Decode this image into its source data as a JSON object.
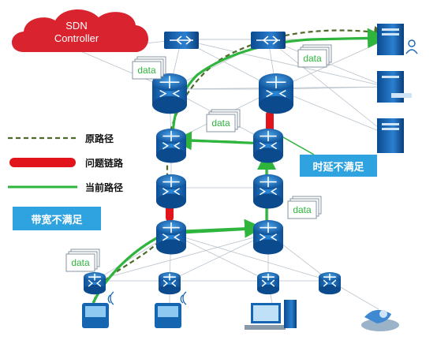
{
  "controller": {
    "line1": "SDN",
    "line2": "Controller"
  },
  "legend": {
    "original_path": "原路径",
    "problem_link": "问题链路",
    "current_path": "当前路径"
  },
  "callouts": {
    "latency": "时延不满足",
    "bandwidth": "带宽不满足"
  },
  "packets": [
    "data",
    "data",
    "data",
    "data",
    "data"
  ],
  "colors": {
    "cloud": "#d9232e",
    "original_path": "#4e6b2a",
    "problem_link": "#e0141a",
    "current_path": "#2fb53e",
    "callout": "#2fa2e0",
    "device": "#1565b0"
  }
}
